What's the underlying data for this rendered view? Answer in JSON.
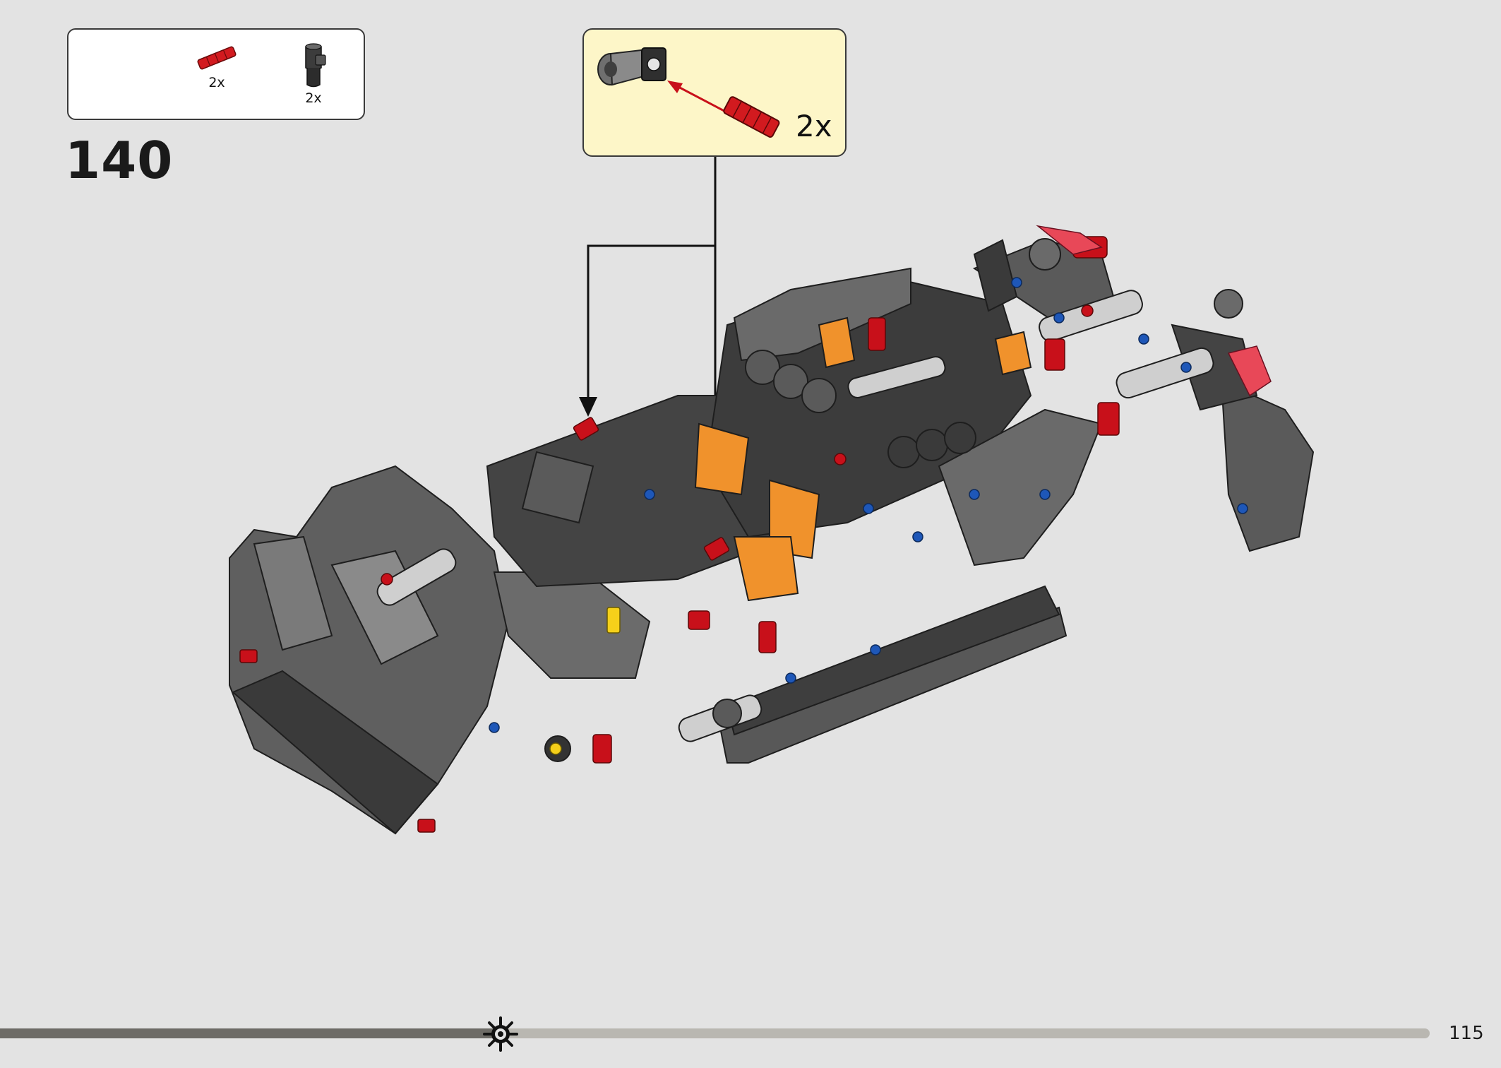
{
  "step": {
    "number": "140"
  },
  "parts_list": {
    "items": [
      {
        "icon": "red-axle-pin-icon",
        "quantity": "2x",
        "color": "#c8101a"
      },
      {
        "icon": "dark-gray-pin-connector-icon",
        "quantity": "2x",
        "color": "#3c3c3c"
      }
    ]
  },
  "subassembly": {
    "quantity": "2x",
    "background": "#fdf6c8"
  },
  "progress": {
    "fraction": 0.35
  },
  "page": {
    "number": "115"
  }
}
